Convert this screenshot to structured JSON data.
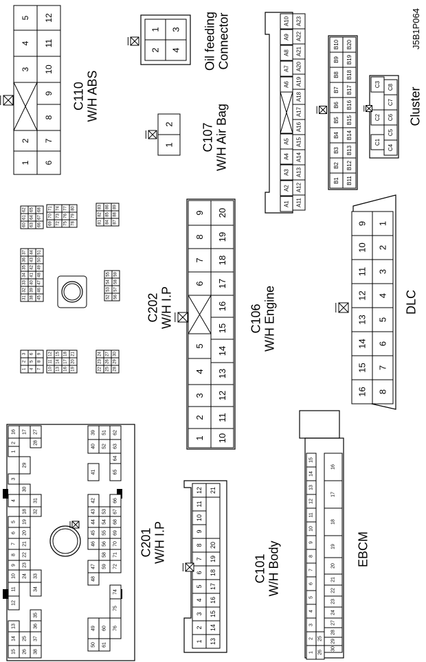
{
  "diagram_id": "J5B1P064",
  "labels": {
    "c110": [
      "C110",
      "W/H ABS"
    ],
    "oil": [
      "Oil feeding",
      "Connector"
    ],
    "c107": [
      "C107",
      "W/H Air Bag"
    ],
    "cluster": [
      "Cluster"
    ],
    "c202": [
      "C202",
      "W/H I.P"
    ],
    "c106": [
      "C106",
      "W/H Engine"
    ],
    "dlc": [
      "DLC"
    ],
    "c201": [
      "C201",
      "W/H I.P"
    ],
    "c101": [
      "C101",
      "W/H Body"
    ],
    "ebcm": [
      "EBCM"
    ]
  },
  "connectors": {
    "c110": {
      "rows": [
        [
          "5",
          "4",
          "3",
          "",
          "2",
          "1"
        ],
        [
          "12",
          "11",
          "10",
          "9",
          "8",
          "7",
          "6"
        ]
      ]
    },
    "oil": {
      "pins": [
        "1",
        "3",
        "2",
        "4"
      ]
    },
    "c107": {
      "pins": [
        "2",
        "1"
      ]
    },
    "cluster_a": {
      "rows": [
        [
          "A10",
          "A9",
          "A8",
          "A7",
          "A6",
          "A5",
          "A4",
          "A3",
          "A2",
          "A1"
        ],
        [
          "A23",
          "A22",
          "A21",
          "A20",
          "A19",
          "A18",
          "A17",
          "A16",
          "A15",
          "A14",
          "A13",
          "A12",
          "A11"
        ]
      ]
    },
    "cluster_b": {
      "rows": [
        [
          "B10",
          "B9",
          "B8",
          "B7",
          "B6",
          "B5",
          "B4",
          "B3",
          "B2",
          "B1"
        ],
        [
          "B20",
          "B19",
          "B18",
          "B17",
          "B16",
          "B15",
          "B14",
          "B13",
          "B12",
          "B11"
        ]
      ]
    },
    "cluster_c": {
      "rows": [
        [
          "C3",
          "C2",
          "C1"
        ],
        [
          "C8",
          "C7",
          "C6",
          "C5",
          "C4"
        ]
      ]
    },
    "c106": {
      "rows": [
        [
          "9",
          "8",
          "7",
          "6",
          "5",
          "4",
          "3",
          "2",
          "1"
        ],
        [
          "20",
          "19",
          "18",
          "17",
          "16",
          "15",
          "14",
          "13",
          "12",
          "11",
          "10"
        ]
      ]
    },
    "dlc": {
      "rows": [
        [
          "9",
          "10",
          "11",
          "12",
          "13",
          "14",
          "15",
          "16"
        ],
        [
          "1",
          "2",
          "3",
          "4",
          "5",
          "6",
          "7",
          "8"
        ]
      ]
    },
    "c202": {
      "blocks": [
        [
          [
            "62",
            "61",
            "60"
          ],
          [
            "65",
            "64",
            "63"
          ],
          [
            "68",
            "67",
            "66"
          ]
        ],
        [
          [
            "71",
            "70",
            "69"
          ],
          [
            "74",
            "73",
            "72"
          ],
          [
            "77",
            "76",
            "75"
          ],
          [
            "80",
            "79",
            "78"
          ]
        ],
        [
          [
            "83",
            "82",
            "81"
          ],
          [
            "86",
            "85",
            "84"
          ],
          [
            "89",
            "88",
            "87"
          ]
        ],
        [
          [
            "37",
            "36",
            "35",
            "34",
            "33",
            "32",
            "31"
          ],
          [
            "44",
            "43",
            "42",
            "41",
            "40",
            "39",
            "38"
          ],
          [
            "51",
            "50",
            "49",
            "48",
            "47",
            "46",
            "45"
          ]
        ],
        [
          [
            "55",
            "54",
            "53",
            "52"
          ],
          [
            "59",
            "58",
            "57",
            "56"
          ]
        ],
        [
          [
            "3",
            "2",
            "1"
          ],
          [
            "6",
            "5",
            "4"
          ],
          [
            "9",
            "8",
            "7"
          ]
        ],
        [
          [
            "12",
            "11",
            "10"
          ],
          [
            "15",
            "14",
            "13"
          ],
          [
            "18",
            "17",
            "16"
          ],
          [
            "21",
            "20",
            "19"
          ]
        ],
        [
          [
            "24",
            "23",
            "22"
          ],
          [
            "27",
            "26",
            "25"
          ],
          [
            "30",
            "29",
            "28"
          ]
        ]
      ]
    },
    "c201": {
      "top_rows": [
        [
          "16",
          "2",
          "1",
          "",
          "3",
          "",
          "4",
          "",
          "5",
          "6",
          "7",
          "8",
          "9",
          "10",
          "11",
          "12",
          "",
          "13",
          "14",
          "15"
        ],
        [
          "17",
          "",
          "",
          "29",
          "",
          "30",
          "",
          "18",
          "19",
          "20",
          "21",
          "22",
          "23",
          "24",
          "",
          "",
          "",
          "",
          "25",
          "26"
        ],
        [
          "27",
          "28",
          "",
          "",
          "",
          "",
          "31",
          "32",
          "",
          "",
          "",
          "",
          "",
          "33",
          "34",
          "",
          "35",
          "36",
          "37",
          "38"
        ]
      ],
      "bottom_rows": [
        [
          "39",
          "40",
          "",
          "41",
          "",
          "42",
          "43",
          "44",
          "45",
          "46",
          "",
          "47",
          "48",
          "",
          "",
          "49",
          "50"
        ],
        [
          "51",
          "52",
          "",
          "",
          "",
          "",
          "53",
          "54",
          "55",
          "56",
          "58",
          "59",
          "",
          "",
          "",
          "60",
          "61"
        ],
        [
          "62",
          "63",
          "64",
          "65",
          "",
          "66",
          "67",
          "68",
          "69",
          "70",
          "71",
          "72",
          "",
          "74",
          "75",
          "76"
        ]
      ]
    },
    "c101": {
      "rows": [
        [
          "12",
          "11",
          "10",
          "9",
          "8",
          "7",
          "6",
          "5",
          "4",
          "3",
          "2",
          "1"
        ],
        [
          "21",
          "",
          "20",
          "19",
          "18",
          "17",
          "16",
          "15",
          "14",
          "13"
        ]
      ]
    },
    "ebcm": {
      "rows": [
        [
          "1",
          "2",
          "3",
          "4",
          "5",
          "6",
          "7",
          "8",
          "9",
          "10",
          "11",
          "12",
          "13",
          "14",
          "15"
        ],
        [
          "",
          "",
          "",
          "",
          "",
          "",
          "",
          "",
          "",
          "",
          "",
          "",
          "",
          "",
          "25",
          "26"
        ],
        [
          "16",
          "17",
          "18",
          "19",
          "20",
          "21",
          "22",
          "23",
          "24",
          "27",
          "28",
          "29",
          "30",
          "31"
        ]
      ]
    }
  }
}
